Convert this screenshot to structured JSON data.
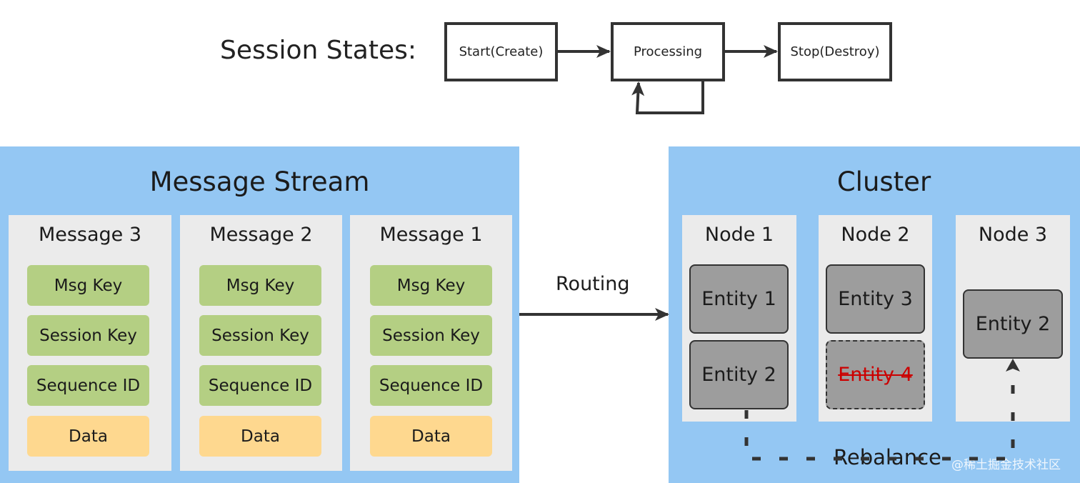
{
  "session_states": {
    "label": "Session States:",
    "states": [
      "Start(Create)",
      "Processing",
      "Stop(Destroy)"
    ],
    "transitions": [
      {
        "from": "Start(Create)",
        "to": "Processing"
      },
      {
        "from": "Processing",
        "to": "Stop(Destroy)"
      },
      {
        "from": "Processing",
        "to": "Processing"
      }
    ]
  },
  "message_stream": {
    "title": "Message Stream",
    "messages": [
      {
        "title": "Message 3",
        "fields": [
          "Msg Key",
          "Session Key",
          "Sequence ID",
          "Data"
        ]
      },
      {
        "title": "Message 2",
        "fields": [
          "Msg Key",
          "Session Key",
          "Sequence ID",
          "Data"
        ]
      },
      {
        "title": "Message 1",
        "fields": [
          "Msg Key",
          "Session Key",
          "Sequence ID",
          "Data"
        ]
      }
    ]
  },
  "routing_label": "Routing",
  "cluster": {
    "title": "Cluster",
    "nodes": [
      {
        "title": "Node 1",
        "entities": [
          {
            "label": "Entity 1",
            "removed": false
          },
          {
            "label": "Entity 2",
            "removed": false
          }
        ]
      },
      {
        "title": "Node 2",
        "entities": [
          {
            "label": "Entity 3",
            "removed": false
          },
          {
            "label": "Entity 4",
            "removed": true
          }
        ]
      },
      {
        "title": "Node 3",
        "entities": [
          {
            "label": "Entity 2",
            "removed": false
          }
        ]
      }
    ],
    "rebalance_label": "Rebalance"
  },
  "colors": {
    "panel_blue": "#94c7f3",
    "column_gray": "#ebebeb",
    "field_green": "#b4cf83",
    "data_orange": "#fed88f",
    "entity_gray": "#9d9d9d",
    "removed_red": "#cc0000"
  },
  "watermark": "@稀土掘金技术社区"
}
